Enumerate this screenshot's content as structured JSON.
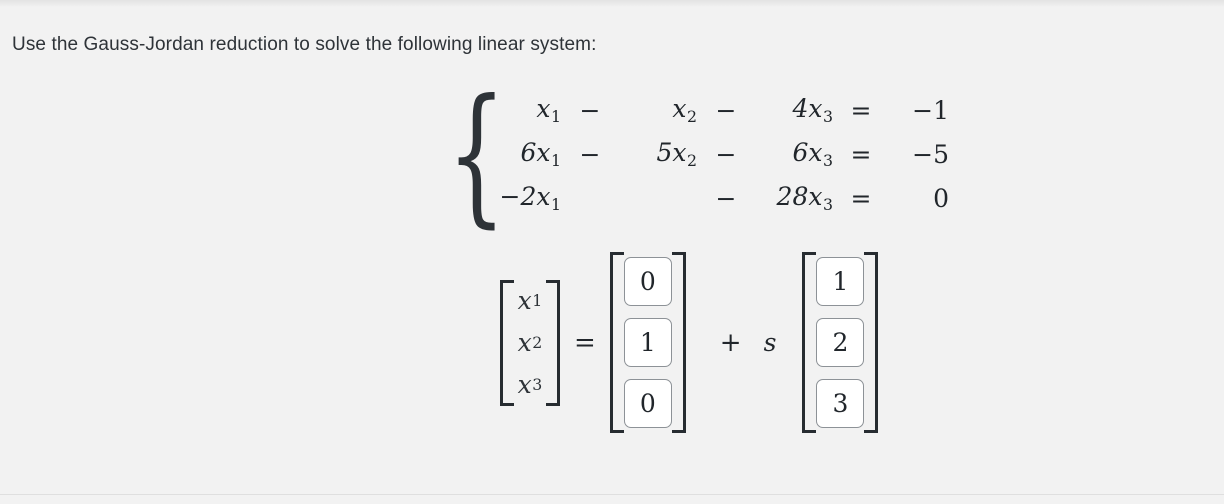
{
  "page": {
    "background": "#f2f2f2",
    "text_color": "#2e3338",
    "prompt": "Use the Gauss-Jordan reduction to solve the following linear system:"
  },
  "system": {
    "brace": "{",
    "equations": [
      {
        "t1": "x",
        "t1sub": "1",
        "op1": "−",
        "t2": "x",
        "t2sub": "2",
        "op2": "−",
        "t3": "4x",
        "t3sub": "3",
        "eq": "=",
        "rhs": "−1"
      },
      {
        "t1": "6x",
        "t1sub": "1",
        "op1": "−",
        "t2": "5x",
        "t2sub": "2",
        "op2": "−",
        "t3": "6x",
        "t3sub": "3",
        "eq": "=",
        "rhs": "−5"
      },
      {
        "t1": "−2x",
        "t1sub": "1",
        "op1": "",
        "t2": "",
        "t2sub": "",
        "op2": "−",
        "t3": "28x",
        "t3sub": "3",
        "eq": "=",
        "rhs": "0"
      }
    ]
  },
  "solution": {
    "unknowns": [
      {
        "name": "x",
        "sub": "1"
      },
      {
        "name": "x",
        "sub": "2"
      },
      {
        "name": "x",
        "sub": "3"
      }
    ],
    "equals": "=",
    "particular_vector": [
      "0",
      "1",
      "0"
    ],
    "plus": "+",
    "parameter": "s",
    "direction_vector": [
      "1",
      "2",
      "3"
    ],
    "box_style": {
      "fill": "#ffffff",
      "border": "#8d9297"
    }
  }
}
